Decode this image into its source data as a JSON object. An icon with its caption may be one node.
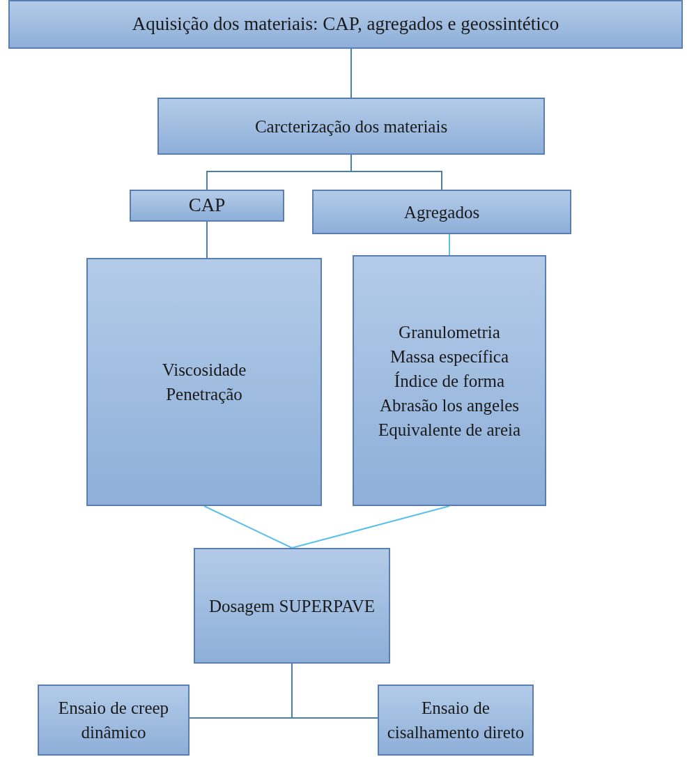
{
  "diagram": {
    "nodes": [
      {
        "text": [
          "Aquisição dos materiais: CAP, agregados e geossintético"
        ]
      },
      {
        "text": [
          "Carcterização dos materiais"
        ]
      },
      {
        "text": [
          "CAP"
        ]
      },
      {
        "text": [
          "Agregados"
        ]
      },
      {
        "text": [
          "Viscosidade",
          "Penetração"
        ]
      },
      {
        "text": [
          "Granulometria",
          "Massa específica",
          "Índice de forma",
          "Abrasão los angeles",
          "Equivalente de areia"
        ]
      },
      {
        "text": [
          "Dosagem SUPERPAVE"
        ]
      },
      {
        "text": [
          "Ensaio de creep dinâmico"
        ]
      },
      {
        "text": [
          "Ensaio de cisalhamento direto"
        ]
      }
    ],
    "edges": [
      {
        "from": 0,
        "to": 1,
        "arrow": "none"
      },
      {
        "from": 1,
        "to": 2,
        "arrow": "none"
      },
      {
        "from": 1,
        "to": 3,
        "arrow": "none"
      },
      {
        "from": 2,
        "to": 4,
        "arrow": "none"
      },
      {
        "from": 3,
        "to": 5,
        "arrow": "none",
        "color": "#5bc0eb"
      },
      {
        "from": 4,
        "to": 6,
        "arrow": "none",
        "color": "#5bc0eb"
      },
      {
        "from": 5,
        "to": 6,
        "arrow": "none",
        "color": "#5bc0eb"
      },
      {
        "from": 6,
        "to": 7,
        "arrow": "none"
      },
      {
        "from": 6,
        "to": 8,
        "arrow": "none"
      }
    ]
  }
}
